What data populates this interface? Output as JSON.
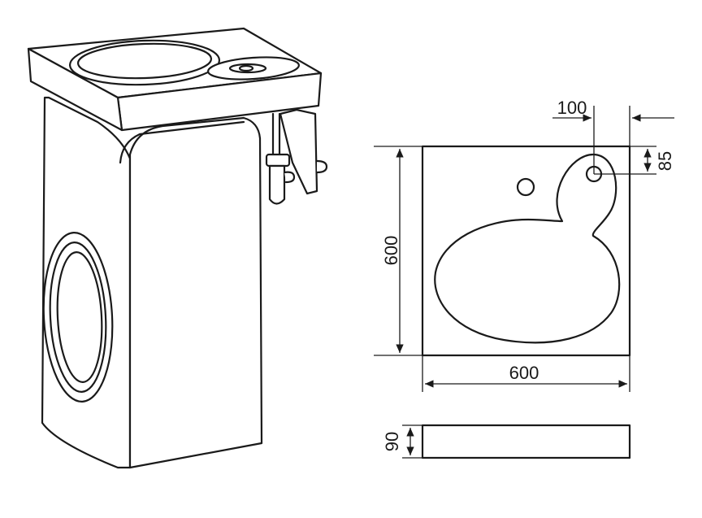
{
  "dimensions": {
    "hole_offset": "100",
    "hole_from_top": "85",
    "depth": "600",
    "width": "600",
    "thickness": "90"
  },
  "colors": {
    "line": "#1a1a1a",
    "background": "#ffffff"
  }
}
